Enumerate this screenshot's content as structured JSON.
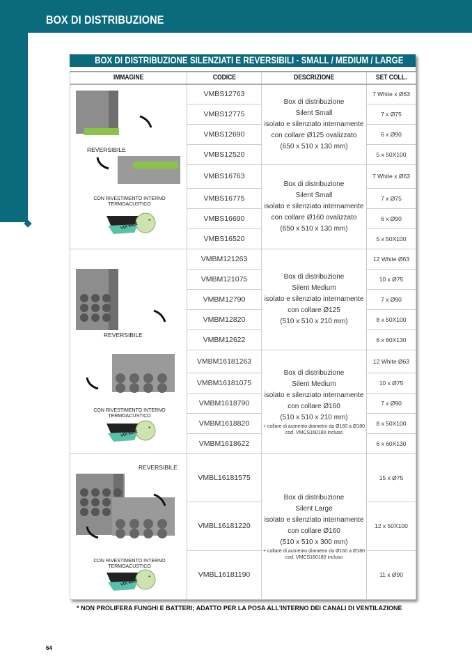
{
  "page_title": "BOX DI DISTRIBUZIONE",
  "table_title": "BOX DI DISTRIBUZIONE SILENZIATI E REVERSIBILI - SMALL / MEDIUM / LARGE",
  "headers": [
    "IMMAGINE",
    "CODICE",
    "DESCRIZIONE",
    "SET COLL."
  ],
  "image_labels": {
    "reversibile": "REVERSIBILE",
    "lining": "CON RIVESTIMENTO INTERNO TERMOACUSTICO",
    "asterisk": "*",
    "vdi": "VDI 6022"
  },
  "groups": [
    {
      "rows": [
        {
          "code": "VMBS12763",
          "set": "7 White x Ø63"
        },
        {
          "code": "VMBS12775",
          "set": "7 x Ø75"
        },
        {
          "code": "VMBS12690",
          "set": "6 x Ø90"
        },
        {
          "code": "VMBS12520",
          "set": "5 x 50X100"
        }
      ],
      "desc": [
        "Box di distribuzione",
        "Silent Small",
        "isolato e silenziato internamente",
        "con collare Ø125 ovalizzato",
        "(650 x 510 x 130 mm)"
      ],
      "note": ""
    },
    {
      "rows": [
        {
          "code": "VMBS16763",
          "set": "7 White x Ø63"
        },
        {
          "code": "VMBS16775",
          "set": "7 x Ø75"
        },
        {
          "code": "VMBS16690",
          "set": "6 x Ø90"
        },
        {
          "code": "VMBS16520",
          "set": "5 x 50X100"
        }
      ],
      "desc": [
        "Box di distribuzione",
        "Silent Small",
        "isolato e silenziato internamente",
        "con collare Ø160 ovalizzato",
        "(650 x 510 x 130 mm)"
      ],
      "note": ""
    },
    {
      "rows": [
        {
          "code": "VMBM121263",
          "set": "12 White Ø63"
        },
        {
          "code": "VMBM121075",
          "set": "10 x Ø75"
        },
        {
          "code": "VMBM12790",
          "set": "7 x Ø90"
        },
        {
          "code": "VMBM12820",
          "set": "8 x 50X100"
        },
        {
          "code": "VMBM12622",
          "set": "6 x 60X130"
        }
      ],
      "desc": [
        "Box di distribuzione",
        "Silent Medium",
        "isolato e silenziato internamente",
        "con collare Ø125",
        "(510 x 510 x 210 mm)"
      ],
      "note": ""
    },
    {
      "rows": [
        {
          "code": "VMBM16181263",
          "set": "12 White Ø63"
        },
        {
          "code": "VMBM16181075",
          "set": "10 x Ø75"
        },
        {
          "code": "VMBM1618790",
          "set": "7 x Ø90"
        },
        {
          "code": "VMBM1618820",
          "set": "8 x 50X100"
        },
        {
          "code": "VMBM1618622",
          "set": "6 x 60X130"
        }
      ],
      "desc": [
        "Box di distribuzione",
        "Silent Medium",
        "isolato e silenziato internamente",
        "con collare Ø160",
        "(510 x 510 x 210 mm)"
      ],
      "note": "+ collare di aumento diametro da Ø160 a Ø180 cod. VMCS160180 incluso"
    },
    {
      "rows": [
        {
          "code": "VMBL16181575",
          "set": "15 x Ø75"
        },
        {
          "code": "VMBL16181220",
          "set": "12 x 50X100"
        },
        {
          "code": "VMBL16181190",
          "set": "11 x Ø90"
        }
      ],
      "desc": [
        "Box di distribuzione",
        "Silent Large",
        "isolato e silenziato internamente",
        "con collare Ø160",
        "(510 x 510 x 300 mm)"
      ],
      "note": "+ collare di aumento diametro da Ø160 a Ø180 cod. VMCS160180 incluso"
    }
  ],
  "footnote": "* NON PROLIFERA FUNGHI E BATTERI; ADATTO PER LA POSA ALL'INTERNO DEI CANALI DI VENTILAZIONE",
  "page_number": "64"
}
